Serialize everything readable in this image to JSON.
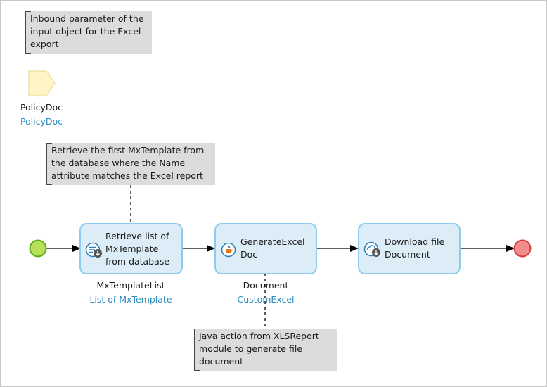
{
  "annotations": {
    "input_note": "Inbound parameter of the input object for the Excel export",
    "retrieve_note": "Retrieve the first MxTemplate from the database where the Name attribute matches the Excel report",
    "java_note": "Java action from XLSReport module to generate file document"
  },
  "parameter": {
    "name": "PolicyDoc",
    "type": "PolicyDoc"
  },
  "activities": [
    {
      "label": "Retrieve list of MxTemplate from database",
      "output_name": "MxTemplateList",
      "output_type": "List of MxTemplate",
      "icon": "retrieve-icon"
    },
    {
      "label": "GenerateExcelDoc",
      "output_name": "Document",
      "output_type": "CustomExcel",
      "icon": "java-action-icon"
    },
    {
      "label": "Download file Document",
      "icon": "download-file-icon"
    }
  ],
  "events": {
    "start": "start-event",
    "end": "end-event"
  },
  "colors": {
    "activity_fill": "#dcedf8",
    "activity_border": "#8fcbee",
    "start_fill": "#b6e05a",
    "start_border": "#5fae1a",
    "end_fill": "#f28b8b",
    "end_border": "#d83b3b",
    "note_fill": "#dcdcdc",
    "type_text": "#2e8bc0"
  }
}
